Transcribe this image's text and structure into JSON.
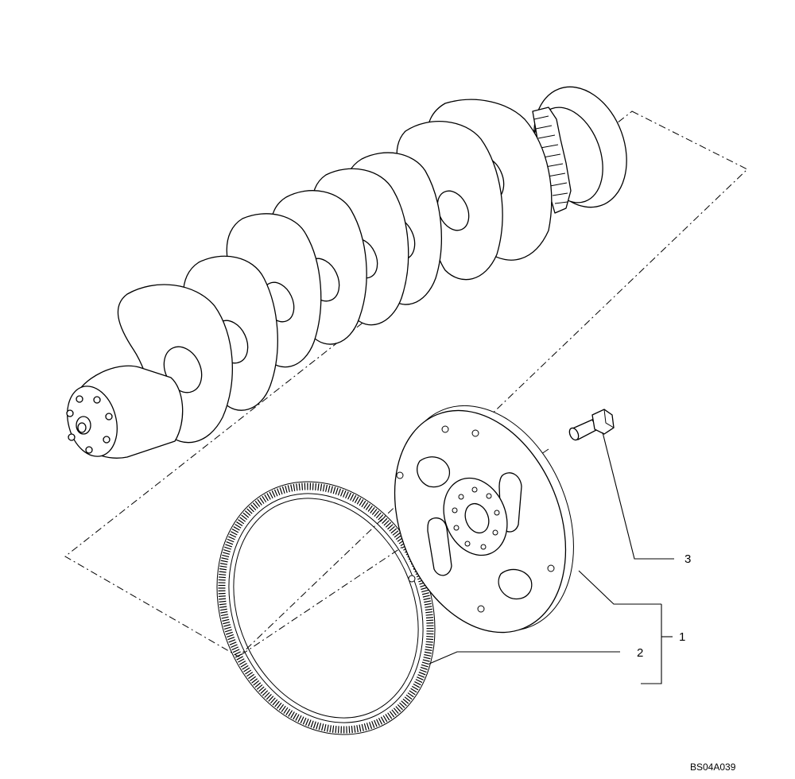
{
  "callouts": {
    "item_1": "1",
    "item_2": "2",
    "item_3": "3"
  },
  "figure_code": "BS04A039",
  "colors": {
    "line": "#000000",
    "background": "#ffffff"
  }
}
